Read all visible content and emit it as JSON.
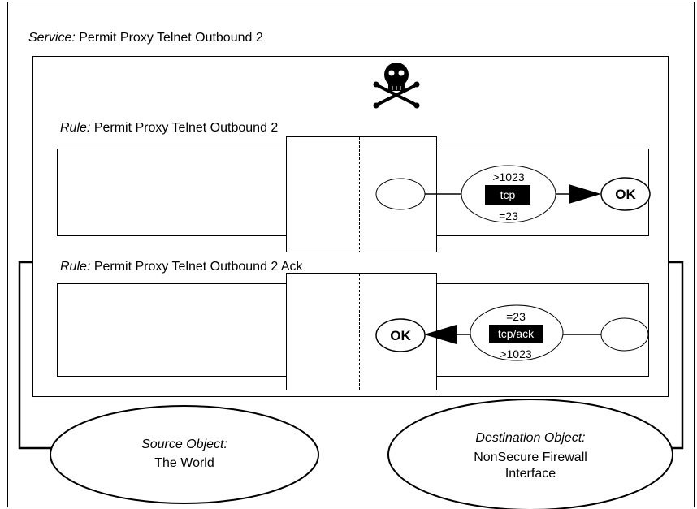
{
  "service": {
    "prefix": "Service:",
    "name": "Permit Proxy Telnet Outbound 2"
  },
  "rules": [
    {
      "prefix": "Rule:",
      "name": "Permit Proxy Telnet Outbound 2",
      "source_port": ">1023",
      "protocol": "tcp",
      "dest_port": "=23",
      "result": "OK"
    },
    {
      "prefix": "Rule:",
      "name": "Permit Proxy Telnet Outbound 2 Ack",
      "source_port": "=23",
      "protocol": "tcp/ack",
      "dest_port": ">1023",
      "result": "OK"
    }
  ],
  "source_object": {
    "label": "Source Object:",
    "name": "The World"
  },
  "destination_object": {
    "label": "Destination Object:",
    "name_line1": "NonSecure Firewall",
    "name_line2": "Interface"
  },
  "icons": {
    "deny_marker": "skull-crossbones-icon"
  }
}
